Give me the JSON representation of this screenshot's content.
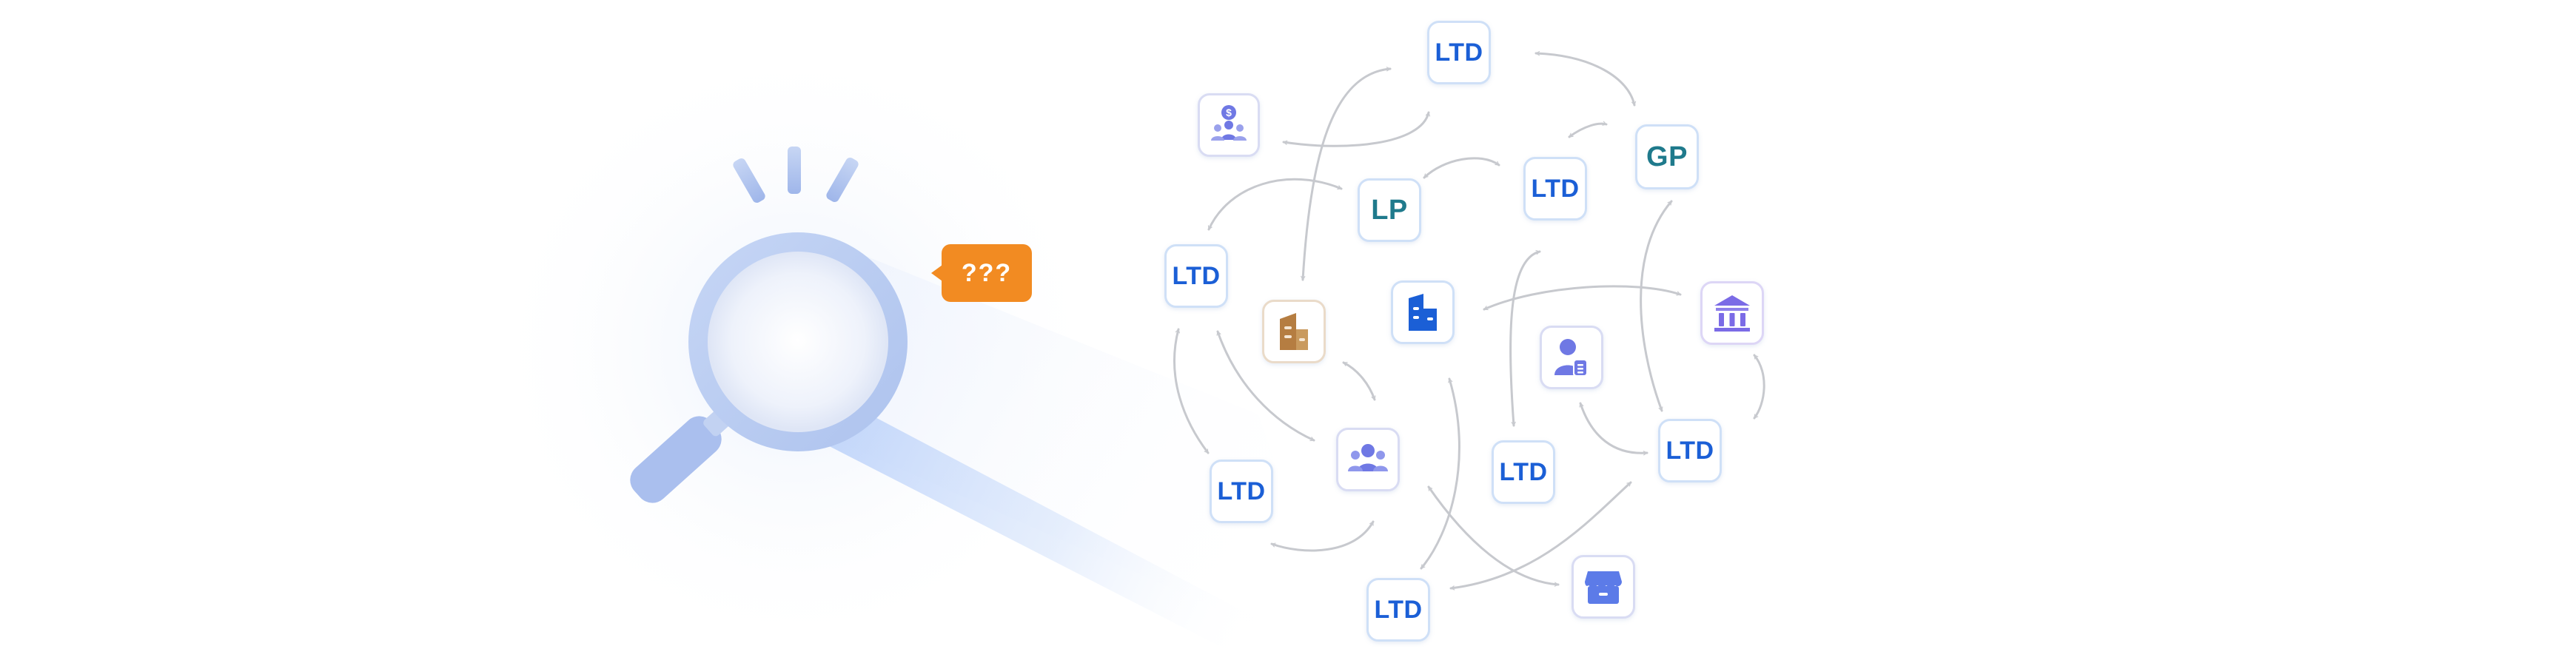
{
  "colors": {
    "ltd_text": "#1b5fd6",
    "lp_gp_text": "#1f7a8c",
    "node_border": "#cfe0f7",
    "edge": "#c7c9ce",
    "bubble": "#f28b22",
    "magnifier": "#b9cdf3"
  },
  "callout": {
    "text": "???"
  },
  "nodes": [
    {
      "key": "ltd_top",
      "label": "LTD",
      "kind": "text",
      "tone": "ltd"
    },
    {
      "key": "investors",
      "icon": "investor-group-dollar-icon",
      "kind": "icon"
    },
    {
      "key": "gp",
      "label": "GP",
      "kind": "text",
      "tone": "lpgp"
    },
    {
      "key": "lp",
      "label": "LP",
      "kind": "text",
      "tone": "lpgp"
    },
    {
      "key": "ltd_mid",
      "label": "LTD",
      "kind": "text",
      "tone": "ltd"
    },
    {
      "key": "ltd_left",
      "label": "LTD",
      "kind": "text",
      "tone": "ltd"
    },
    {
      "key": "brown_building",
      "icon": "brown-building-icon",
      "kind": "icon"
    },
    {
      "key": "blue_building",
      "icon": "blue-building-icon",
      "kind": "icon"
    },
    {
      "key": "bank",
      "icon": "bank-icon",
      "kind": "icon"
    },
    {
      "key": "person_doc",
      "icon": "person-document-icon",
      "kind": "icon"
    },
    {
      "key": "group",
      "icon": "people-group-icon",
      "kind": "icon"
    },
    {
      "key": "ltd_bottom_left",
      "label": "LTD",
      "kind": "text",
      "tone": "ltd"
    },
    {
      "key": "ltd_center_bottom",
      "label": "LTD",
      "kind": "text",
      "tone": "ltd"
    },
    {
      "key": "ltd_right",
      "label": "LTD",
      "kind": "text",
      "tone": "ltd"
    },
    {
      "key": "ltd_bottom",
      "label": "LTD",
      "kind": "text",
      "tone": "ltd"
    },
    {
      "key": "store",
      "icon": "store-icon",
      "kind": "icon"
    }
  ]
}
